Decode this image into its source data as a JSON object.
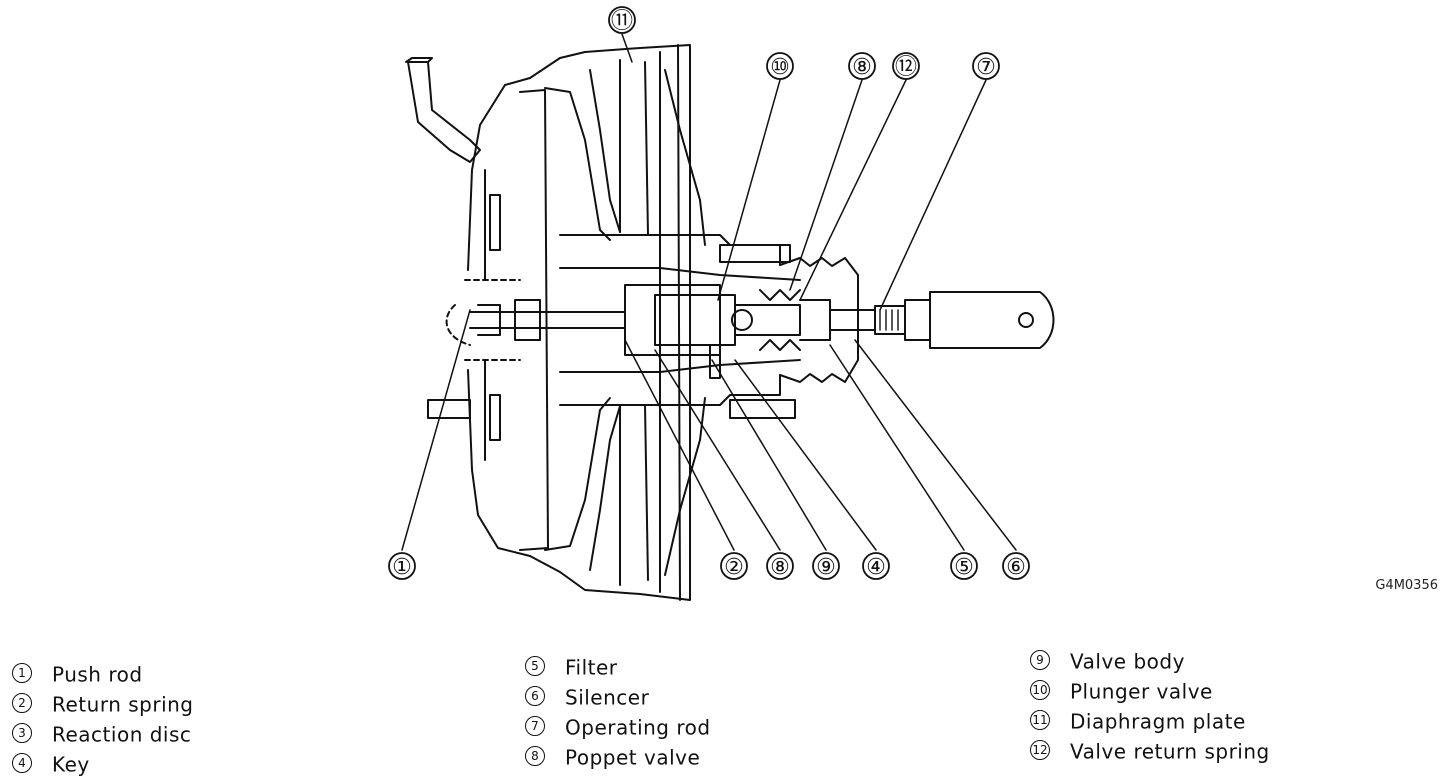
{
  "figure_code": "G4M0356",
  "callouts": [
    "①",
    "②",
    "⑧",
    "⑨",
    "④",
    "⑤",
    "⑥",
    "⑩",
    "⑧",
    "⑫",
    "⑦",
    "⑪"
  ],
  "legend": {
    "col1": [
      {
        "num": "1",
        "text": "Push rod"
      },
      {
        "num": "2",
        "text": "Return spring"
      },
      {
        "num": "3",
        "text": "Reaction disc"
      },
      {
        "num": "4",
        "text": "Key"
      }
    ],
    "col2": [
      {
        "num": "5",
        "text": "Filter"
      },
      {
        "num": "6",
        "text": "Silencer"
      },
      {
        "num": "7",
        "text": "Operating rod"
      },
      {
        "num": "8",
        "text": "Poppet valve"
      }
    ],
    "col3": [
      {
        "num": "9",
        "text": "Valve body"
      },
      {
        "num": "10",
        "text": "Plunger valve"
      },
      {
        "num": "11",
        "text": "Diaphragm plate"
      },
      {
        "num": "12",
        "text": "Valve return spring"
      }
    ]
  }
}
